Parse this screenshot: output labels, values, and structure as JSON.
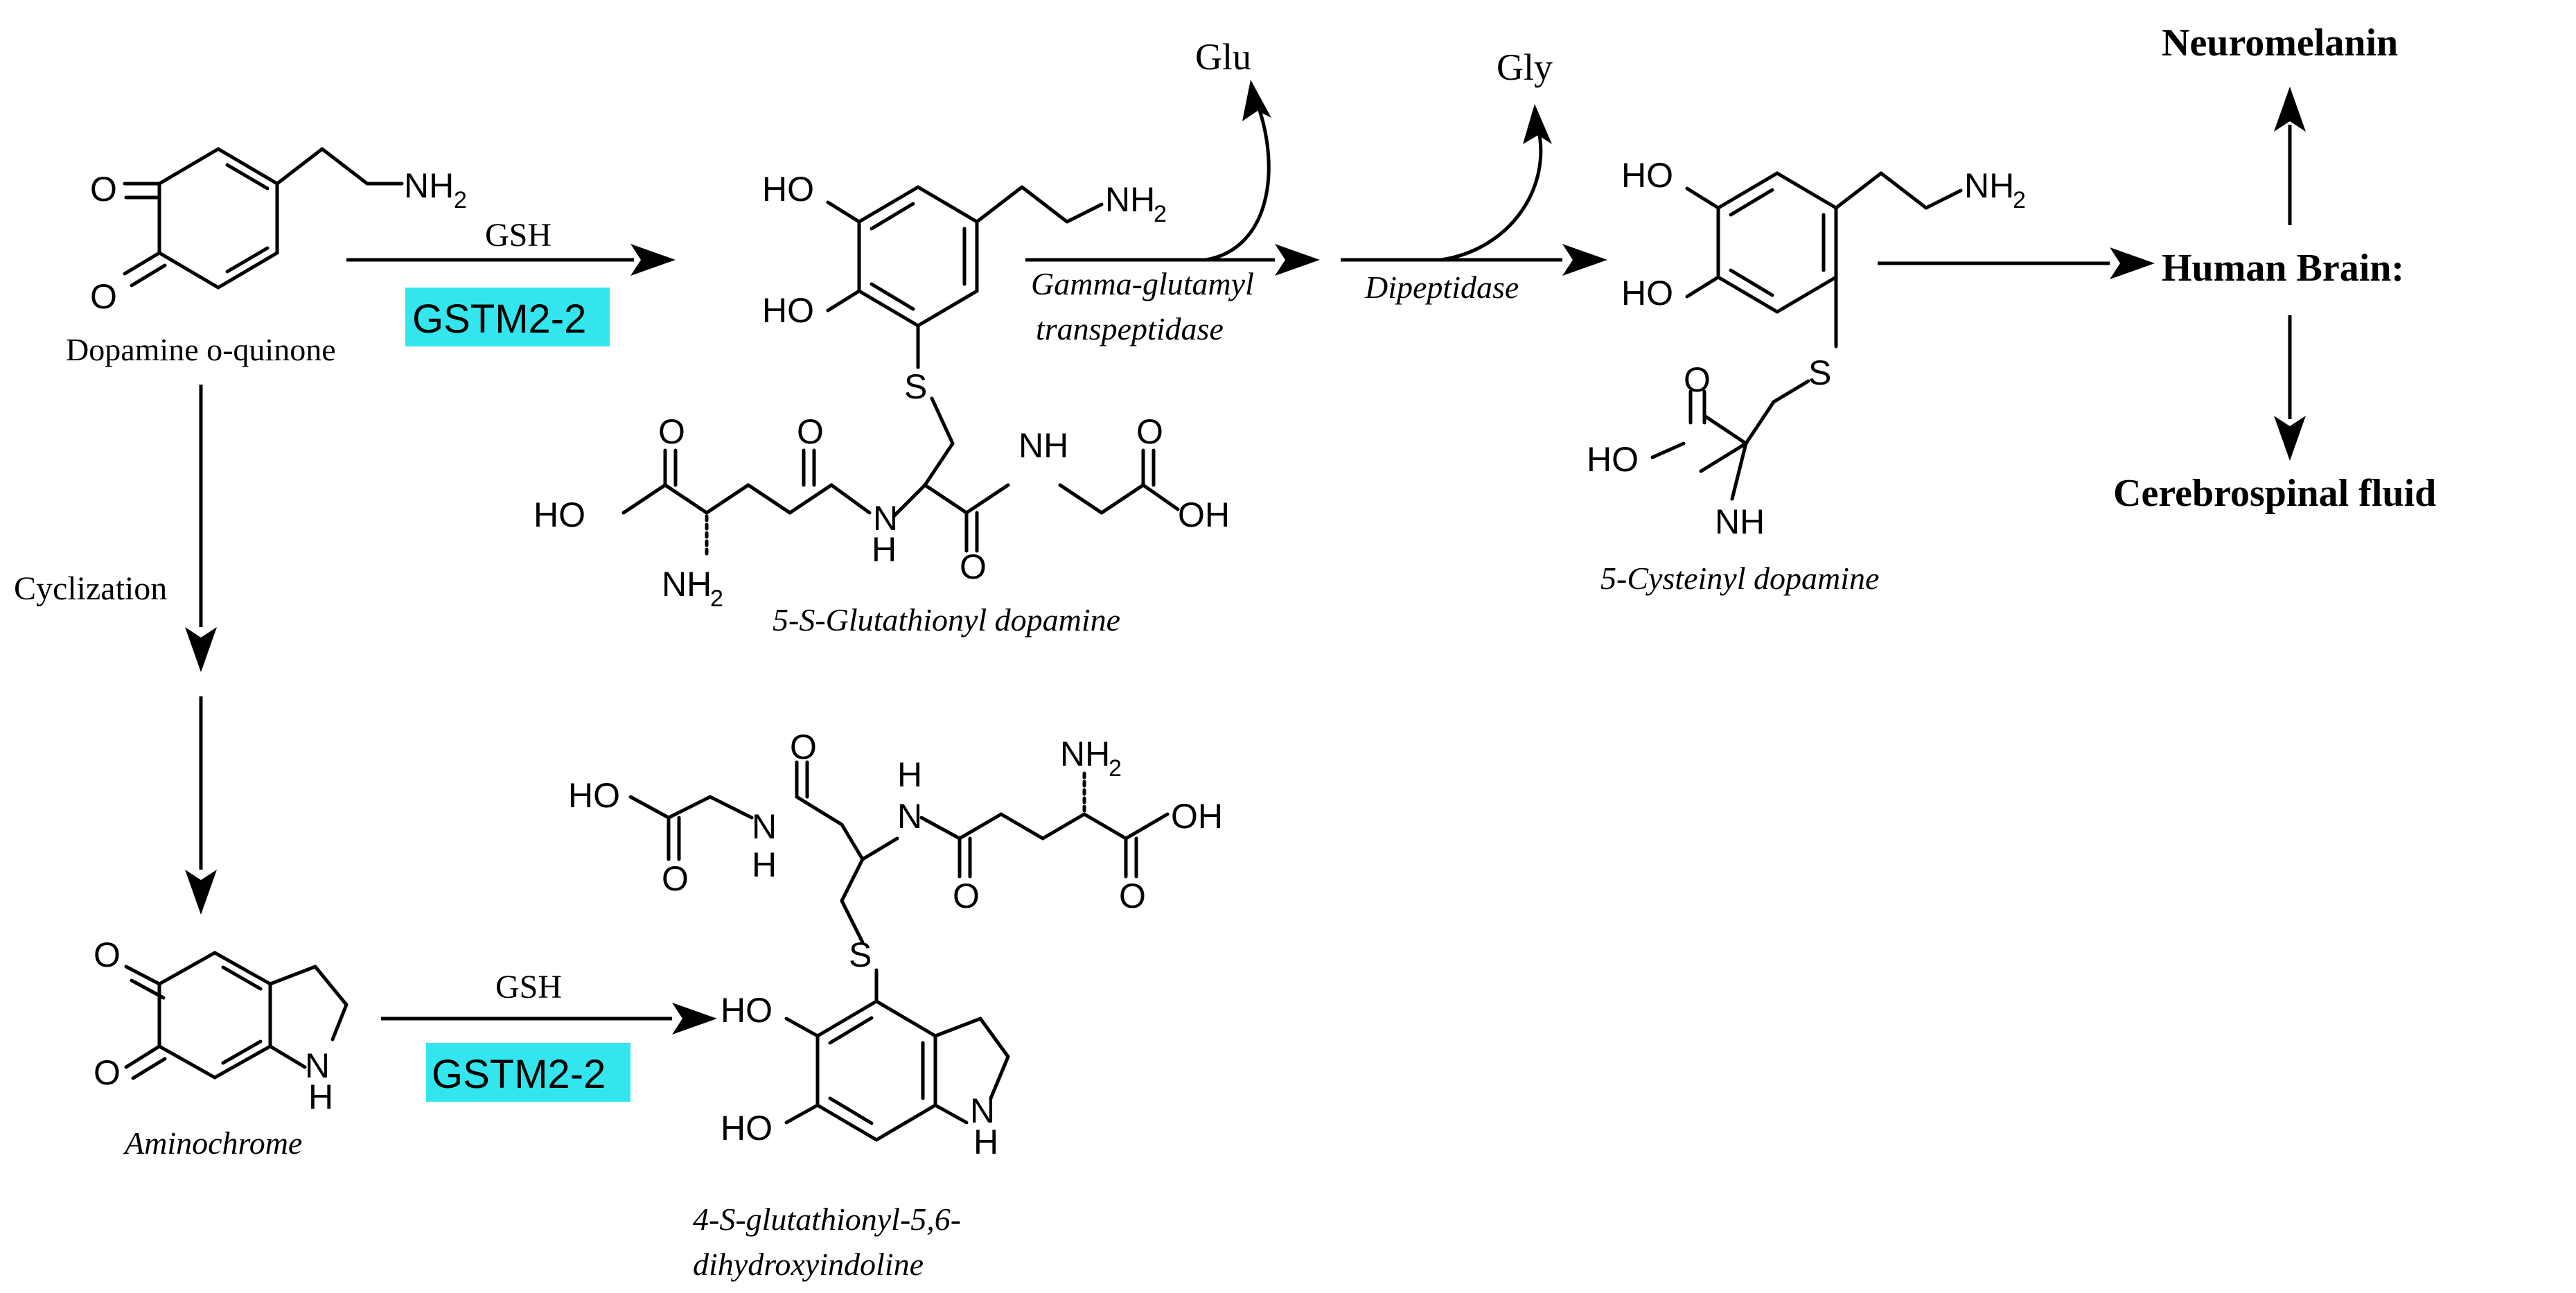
{
  "atoms": {
    "O": "O",
    "NH": "NH",
    "NH2": "NH",
    "sub2": "2",
    "HO": "HO",
    "OH": "OH",
    "S": "S",
    "N": "N",
    "H": "H"
  },
  "molecules": {
    "dopamine_quinone": "Dopamine o-quinone",
    "glutathionyl_dopamine": "5-S-Glutathionyl dopamine",
    "cysteinyl_dopamine": "5-Cysteinyl dopamine",
    "aminochrome": "Aminochrome",
    "glutathionyl_indoline_line1": "4-S-glutathionyl-5,6-",
    "glutathionyl_indoline_line2": "dihydroxyindoline"
  },
  "reactions": {
    "gsh_top": "GSH",
    "enzyme_top": "GSTM2-2",
    "gsh_bottom": "GSH",
    "enzyme_bottom": "GSTM2-2",
    "ggt_line1": "Gamma-glutamyl",
    "ggt_line2": "transpeptidase",
    "glu": "Glu",
    "dipeptidase": "Dipeptidase",
    "gly": "Gly",
    "cyclization": "Cyclization"
  },
  "brain": {
    "neuromelanin": "Neuromelanin",
    "human_brain": "Human Brain:",
    "csf": "Cerebrospinal fluid"
  },
  "colors": {
    "enzyme_highlight": "#33e6ee",
    "ink": "#000000"
  }
}
